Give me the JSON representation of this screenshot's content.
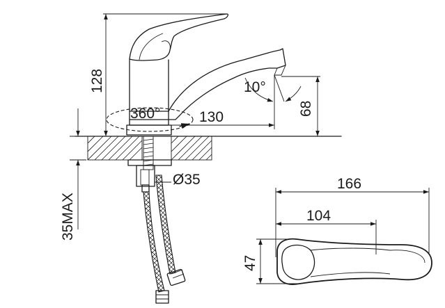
{
  "dimensions": {
    "height_total": "128",
    "spout_reach": "130",
    "rotation": "360°",
    "spout_angle": "10°",
    "spout_height": "68",
    "hole_diameter": "Ø35",
    "max_thickness": "35MAX",
    "top_length": "166",
    "handle_length": "104",
    "handle_width": "47"
  }
}
